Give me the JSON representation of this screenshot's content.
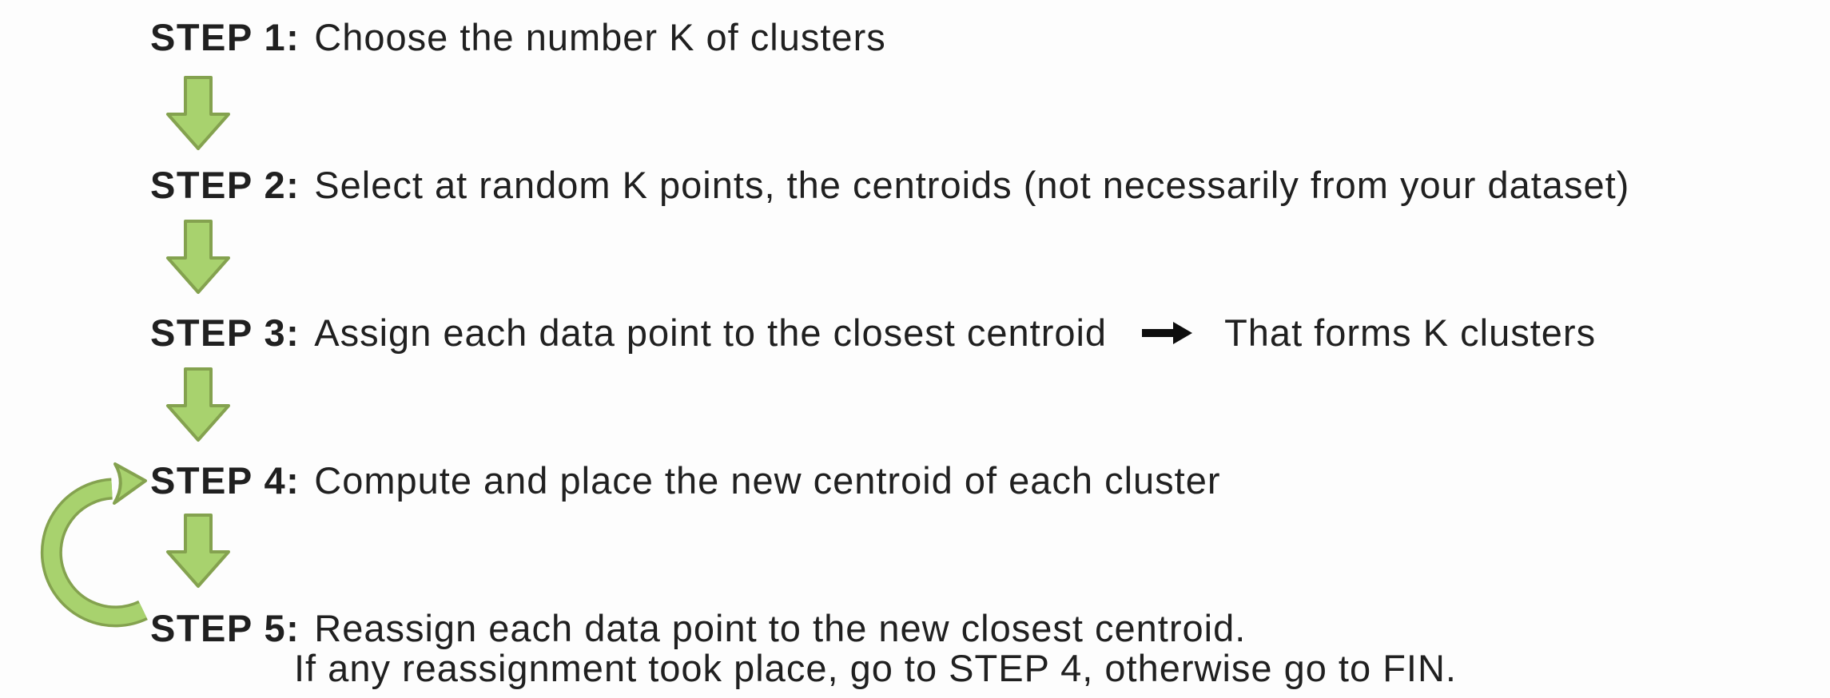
{
  "colors": {
    "background": "#fdfdfd",
    "text": "#202020",
    "arrow_fill": "#a8d26e",
    "arrow_border": "#84a24f",
    "black_arrow": "#0e0e0e"
  },
  "steps": [
    {
      "label": "STEP 1:",
      "text": "Choose the number K of clusters"
    },
    {
      "label": "STEP 2:",
      "text": "Select at random K points, the centroids (not necessarily from your dataset)"
    },
    {
      "label": "STEP 3:",
      "text": "Assign each data point to the closest centroid",
      "result": "That forms K clusters"
    },
    {
      "label": "STEP 4:",
      "text": "Compute and place the new centroid of each cluster"
    },
    {
      "label": "STEP 5:",
      "text": "Reassign each data point to the new closest centroid.",
      "text2": "If any reassignment took place, go to STEP 4, otherwise go to FIN."
    }
  ],
  "icons": {
    "down_arrow": "green-block-arrow-down",
    "right_arrow": "black-solid-arrow-right",
    "loop_arrow": "green-curved-loop-arrow-step5-to-step4"
  }
}
